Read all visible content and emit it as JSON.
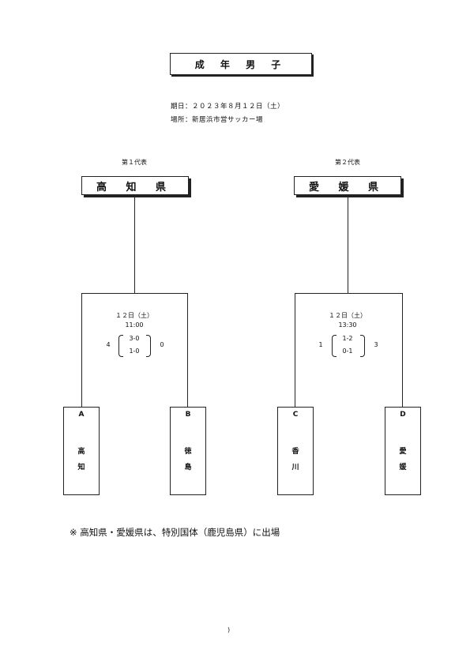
{
  "title": "成 年 男 子",
  "info": {
    "date": "期日：２０２３年８月１２日（土）",
    "venue": "場所：新居浜市営サッカー場"
  },
  "representatives": [
    {
      "label": "第１代表",
      "winner": "高 知 県"
    },
    {
      "label": "第２代表",
      "winner": "愛 媛 県"
    }
  ],
  "matches": [
    {
      "date": "１２日（土）",
      "time": "11:00",
      "left_total": "4",
      "right_total": "0",
      "half1": "3-0",
      "half2": "1-0"
    },
    {
      "date": "１２日（土）",
      "time": "13:30",
      "left_total": "1",
      "right_total": "3",
      "half1": "1-2",
      "half2": "0-1"
    }
  ],
  "teams": [
    {
      "letter": "A",
      "name_line1": "高",
      "name_line2": "知"
    },
    {
      "letter": "B",
      "name_line1": "徳",
      "name_line2": "島"
    },
    {
      "letter": "C",
      "name_line1": "香",
      "name_line2": "川"
    },
    {
      "letter": "D",
      "name_line1": "愛",
      "name_line2": "媛"
    }
  ],
  "note": "※ 高知県・愛媛県は、特別国体（鹿児島県）に出場",
  "footer_mark": ")"
}
